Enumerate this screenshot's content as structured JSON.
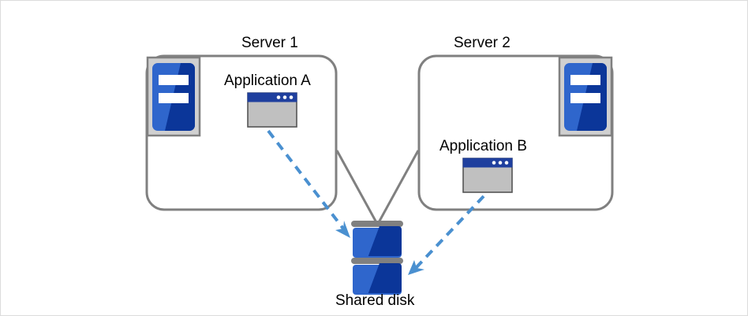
{
  "diagram": {
    "type": "cluster-shared-disk-architecture",
    "background_color": "#ffffff",
    "frame_border_color": "#dcdcdc",
    "colors": {
      "box_outline": "#808080",
      "connector_line": "#808080",
      "arrow_blue": "#4a90d0",
      "icon_blue_light": "#2f66cc",
      "icon_blue_dark": "#0b3699",
      "icon_frame_gray": "#d0d0d0",
      "icon_frame_border": "#808080",
      "window_titlebar": "#1f3f9e",
      "window_body": "#c0c0c0",
      "disk_bar_gray": "#808080",
      "text": "#000000"
    },
    "nodes": [
      {
        "id": "server1",
        "label": "Server 1",
        "kind": "server-box",
        "app_label": "Application A",
        "app_icon": "application-window-icon",
        "server_icon": "server-rack-icon",
        "server_icon_position": "top-left"
      },
      {
        "id": "server2",
        "label": "Server 2",
        "kind": "server-box",
        "app_label": "Application B",
        "app_icon": "application-window-icon",
        "server_icon": "server-rack-icon",
        "server_icon_position": "top-right"
      },
      {
        "id": "shared_disk",
        "label": "Shared disk",
        "kind": "disk-stack",
        "icon": "disk-stack-icon",
        "platters": 2
      }
    ],
    "connectors": [
      {
        "id": "server1-to-disk",
        "from": "server1",
        "to": "shared_disk",
        "style": "solid",
        "color": "#808080",
        "arrow": false
      },
      {
        "id": "server2-to-disk",
        "from": "server2",
        "to": "shared_disk",
        "style": "solid",
        "color": "#808080",
        "arrow": false
      },
      {
        "id": "appA-to-disk",
        "from": "Application A",
        "to": "Shared disk",
        "style": "dashed",
        "color": "#4a90d0",
        "arrow": true
      },
      {
        "id": "appB-to-disk",
        "from": "Application B",
        "to": "Shared disk",
        "style": "dashed",
        "color": "#4a90d0",
        "arrow": true
      }
    ]
  }
}
